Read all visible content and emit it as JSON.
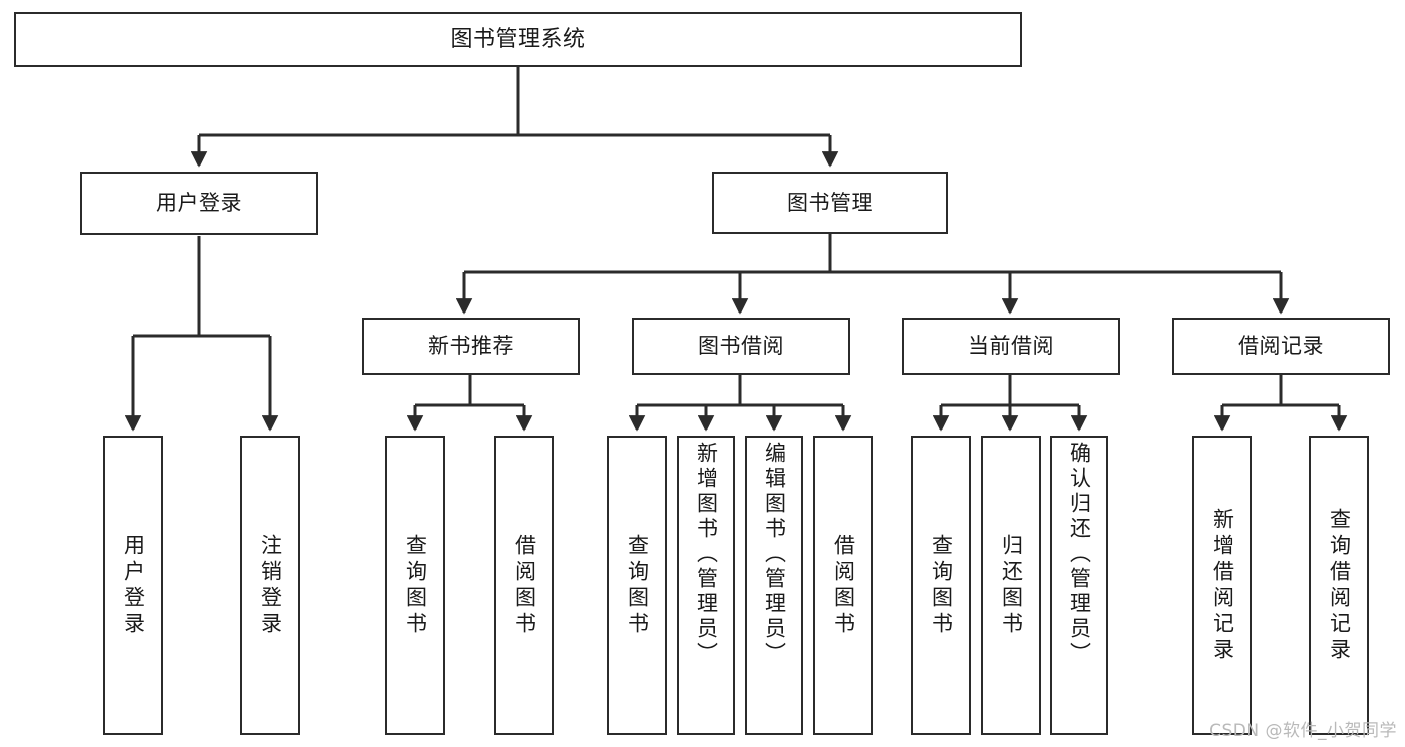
{
  "diagram": {
    "title": "图书管理系统",
    "type": "hierarchy-tree",
    "background_color": "#ffffff",
    "box_border_color": "#2b2b2b",
    "connector_color": "#2b2b2b",
    "watermark": "CSDN @软件_小贺同学",
    "levels": {
      "level1": [
        {
          "id": "root",
          "label": "图书管理系统"
        }
      ],
      "level2": [
        {
          "id": "user-login",
          "label": "用户登录"
        },
        {
          "id": "book-manage",
          "label": "图书管理"
        }
      ],
      "level3": [
        {
          "id": "new-book-rec",
          "label": "新书推荐"
        },
        {
          "id": "book-borrow",
          "label": "图书借阅"
        },
        {
          "id": "current-borrow",
          "label": "当前借阅"
        },
        {
          "id": "borrow-record",
          "label": "借阅记录"
        }
      ],
      "level4": [
        {
          "id": "leaf-user-login",
          "label": "用户登录",
          "parent": "user-login"
        },
        {
          "id": "leaf-logout",
          "label": "注销登录",
          "parent": "user-login"
        },
        {
          "id": "leaf-query-book-1",
          "label": "查询图书",
          "parent": "new-book-rec"
        },
        {
          "id": "leaf-borrow-book-1",
          "label": "借阅图书",
          "parent": "new-book-rec"
        },
        {
          "id": "leaf-query-book-2",
          "label": "查询图书",
          "parent": "book-borrow"
        },
        {
          "id": "leaf-add-book",
          "label": "新增图书（管理员）",
          "parent": "book-borrow"
        },
        {
          "id": "leaf-edit-book",
          "label": "编辑图书（管理员）",
          "parent": "book-borrow"
        },
        {
          "id": "leaf-borrow-book-2",
          "label": "借阅图书",
          "parent": "book-borrow"
        },
        {
          "id": "leaf-query-book-3",
          "label": "查询图书",
          "parent": "current-borrow"
        },
        {
          "id": "leaf-return-book",
          "label": "归还图书",
          "parent": "current-borrow"
        },
        {
          "id": "leaf-confirm-return",
          "label": "确认归还（管理员）",
          "parent": "current-borrow"
        },
        {
          "id": "leaf-add-record",
          "label": "新增借阅记录",
          "parent": "borrow-record"
        },
        {
          "id": "leaf-query-record",
          "label": "查询借阅记录",
          "parent": "borrow-record"
        }
      ]
    }
  }
}
